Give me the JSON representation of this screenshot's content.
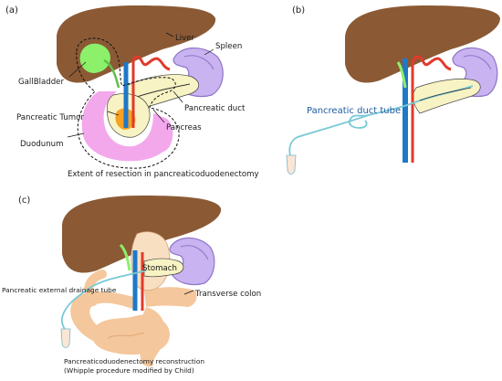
{
  "panels": {
    "a": "(a)",
    "b": "(b)",
    "c": "(c)"
  },
  "labels_a": {
    "liver": "Liver",
    "spleen": "Spleen",
    "gallbladder": "GallBladder",
    "pancreatic_duct": "Pancreatic duct",
    "pancreatic_tumor": "Pancreatic Tumor",
    "pancreas": "Pancreas",
    "duodenum": "Duodunum"
  },
  "caption_a": "Extent of resection in pancreaticoduodenectomy",
  "labels_b": {
    "duct_tube": "Pancreatic duct tube"
  },
  "labels_c": {
    "stomach": "Stomach",
    "drainage_tube": "Pancreatic external drainage tube",
    "transverse_colon": "Transverse colon"
  },
  "caption_c": {
    "line1": "Pancreaticoduodenectomy reconstruction",
    "line2": "(Whipple procedure modified by Child)"
  },
  "colors": {
    "liver": "#8b5a35",
    "gallbladder": "#8cf06a",
    "spleen": "#c9b3f0",
    "pancreas": "#f8f3c4",
    "duodenum": "#f3a8ec",
    "tumor": "#f8a020",
    "vein": "#1f78c8",
    "artery": "#e23a2c",
    "bowel": "#f4c79c",
    "stomach": "#f9dfc2",
    "tube": "#78c9d6"
  }
}
